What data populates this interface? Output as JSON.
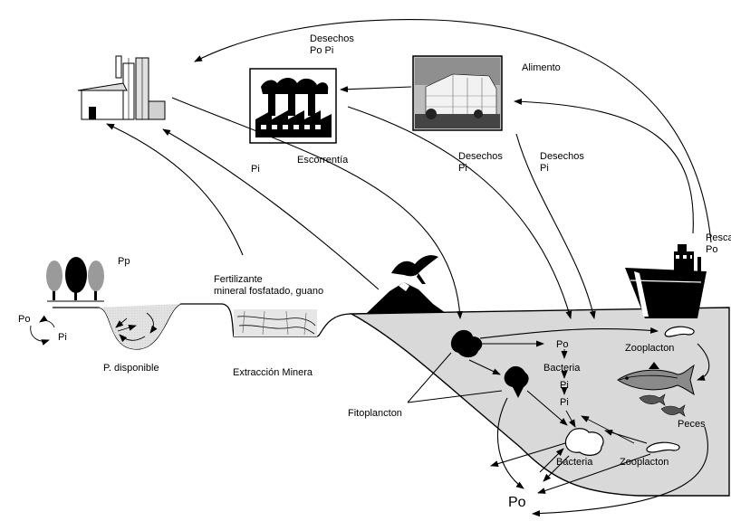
{
  "labels": {
    "desechos_popi_1": "Desechos",
    "desechos_popi_2": "Po Pi",
    "alimento": "Alimento",
    "escorrentia": "Escorrentía",
    "pi_upper": "Pi",
    "desechos_pi_a_1": "Desechos",
    "desechos_pi_a_2": "Pi",
    "desechos_pi_b_1": "Desechos",
    "desechos_pi_b_2": "Pi",
    "pesca_1": "Pesca",
    "pesca_2": "Po",
    "pp": "Pp",
    "fertilizante_1": "Fertilizante",
    "fertilizante_2": "mineral fosfatado, guano",
    "po_left": "Po",
    "pi_left": "Pi",
    "p_disponible": "P. disponible",
    "extraccion_minera": "Extracción Minera",
    "fitoplancton": "Fitoplancton",
    "po_chain": "Po",
    "bacteria_chain": "Bacteria",
    "pi_chain_1": "Pi",
    "pi_chain_2": "Pi",
    "zooplacton_top": "Zooplacton",
    "peces": "Peces",
    "bacteria_bottom": "Bacteria",
    "zooplacton_bottom": "Zooplacton",
    "po_bottom": "Po"
  }
}
